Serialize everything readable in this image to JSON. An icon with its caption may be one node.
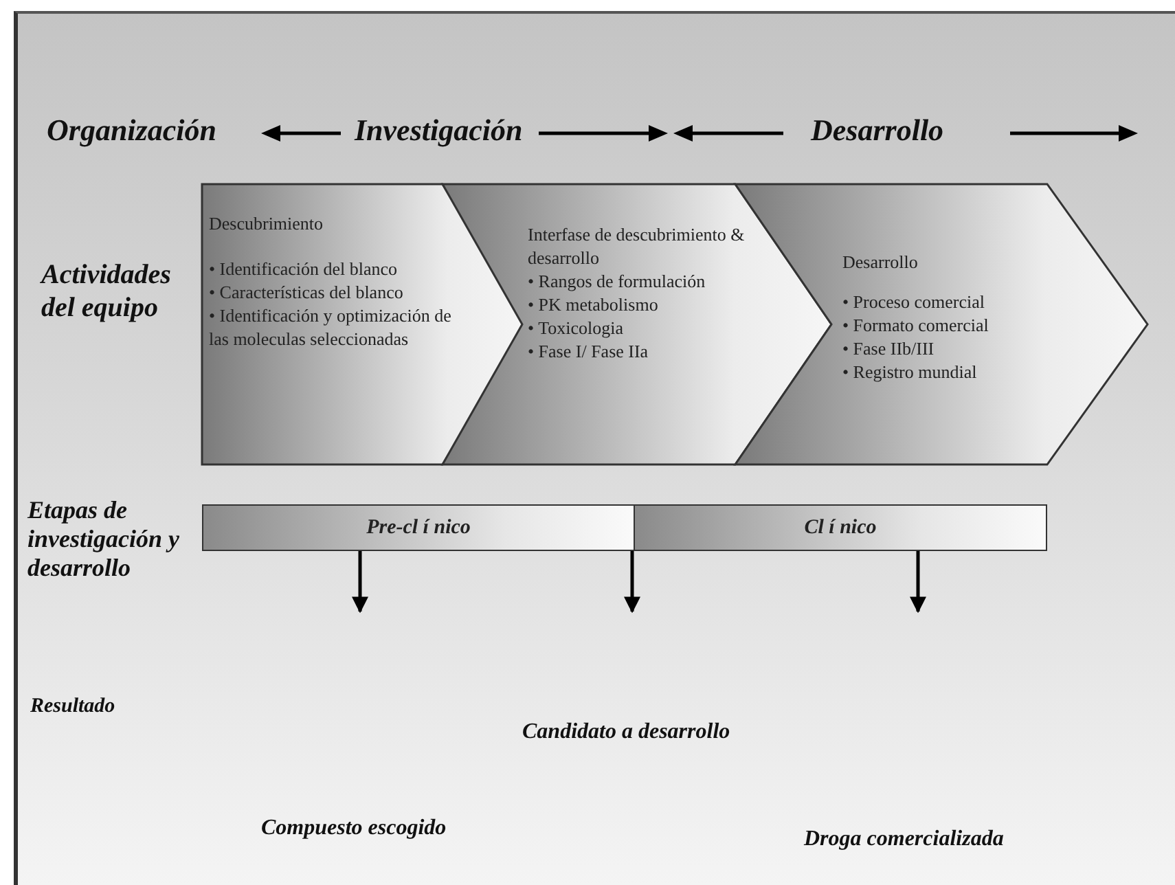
{
  "diagram": {
    "nodes": [
      {
        "text": [
          "Descubrimiento",
          "• Identificación del blanco",
          "• Características del blanco",
          "• Identificación y optimización de las moleculas seleccionadas"
        ]
      },
      {
        "text": [
          "Interfase de descubrimiento & desarrollo",
          "• Rangos de formulación",
          "• PK metabolismo",
          "• Toxicologia",
          "• Fase I/ Fase IIa"
        ]
      },
      {
        "text": [
          "Desarrollo",
          "• Proceso comercial",
          "• Formato comercial",
          "• Fase IIb/III",
          "• Registro mundial"
        ]
      },
      {
        "text": [
          "Pre-cl í nico"
        ]
      },
      {
        "text": [
          "Cl í nico"
        ]
      }
    ],
    "edges": [
      {
        "from": 3,
        "to": null,
        "arrow": "to"
      },
      {
        "from": 3,
        "to": null,
        "arrow": "to"
      },
      {
        "from": 4,
        "to": null,
        "arrow": "to"
      }
    ],
    "labels": [
      "Organización",
      "Investigación",
      "Desarrollo",
      "Actividades del equipo",
      "Etapas de investigación y desarrollo",
      "Resultado",
      "Candidato a desarrollo",
      "Compuesto escogido",
      "Droga comercializada"
    ]
  }
}
